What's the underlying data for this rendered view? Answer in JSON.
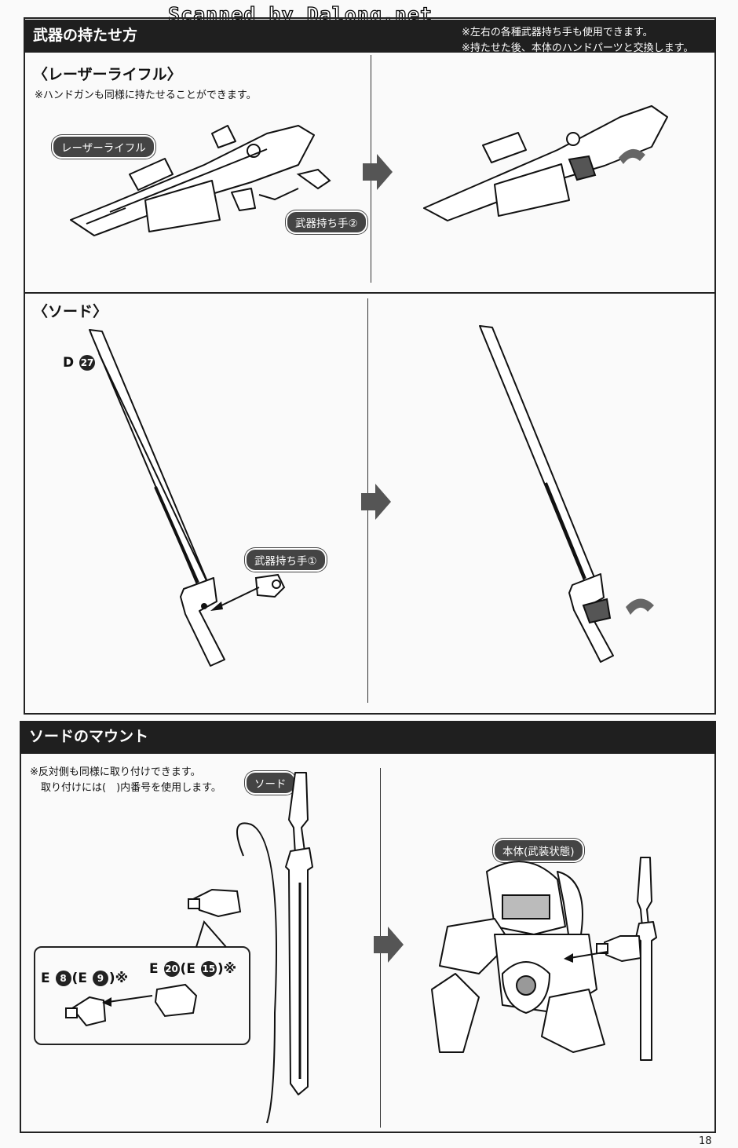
{
  "watermark": "Scanned by Dalong.net",
  "section1": {
    "title": "武器の持たせ方",
    "notes": [
      "※左右の各種武器持ち手も使用できます。",
      "※持たせた後、本体のハンドパーツと交換します。"
    ],
    "rifle": {
      "subtitle": "〈レーザーライフル〉",
      "note": "※ハンドガンも同様に持たせることができます。",
      "part_label": "レーザーライフル",
      "hand_label": "武器持ち手②"
    },
    "sword": {
      "subtitle": "〈ソード〉",
      "part_code": "D",
      "part_num": "27",
      "hand_label": "武器持ち手①"
    }
  },
  "section2": {
    "title": "ソードのマウント",
    "note1": "※反対側も同様に取り付けできます。",
    "note2": "取り付けには(　)内番号を使用します。",
    "sword_label": "ソード",
    "body_label": "本体(武装状態)",
    "part_a": {
      "code": "E",
      "num": "8",
      "alt_code": "E",
      "alt_num": "9",
      "mark": "※"
    },
    "part_b": {
      "code": "E",
      "num": "20",
      "alt_code": "E",
      "alt_num": "15",
      "mark": "※"
    }
  },
  "page_number": "18",
  "colors": {
    "header_bg": "#1f1f1f",
    "pill_bg": "#444444",
    "arrow": "#555555"
  }
}
